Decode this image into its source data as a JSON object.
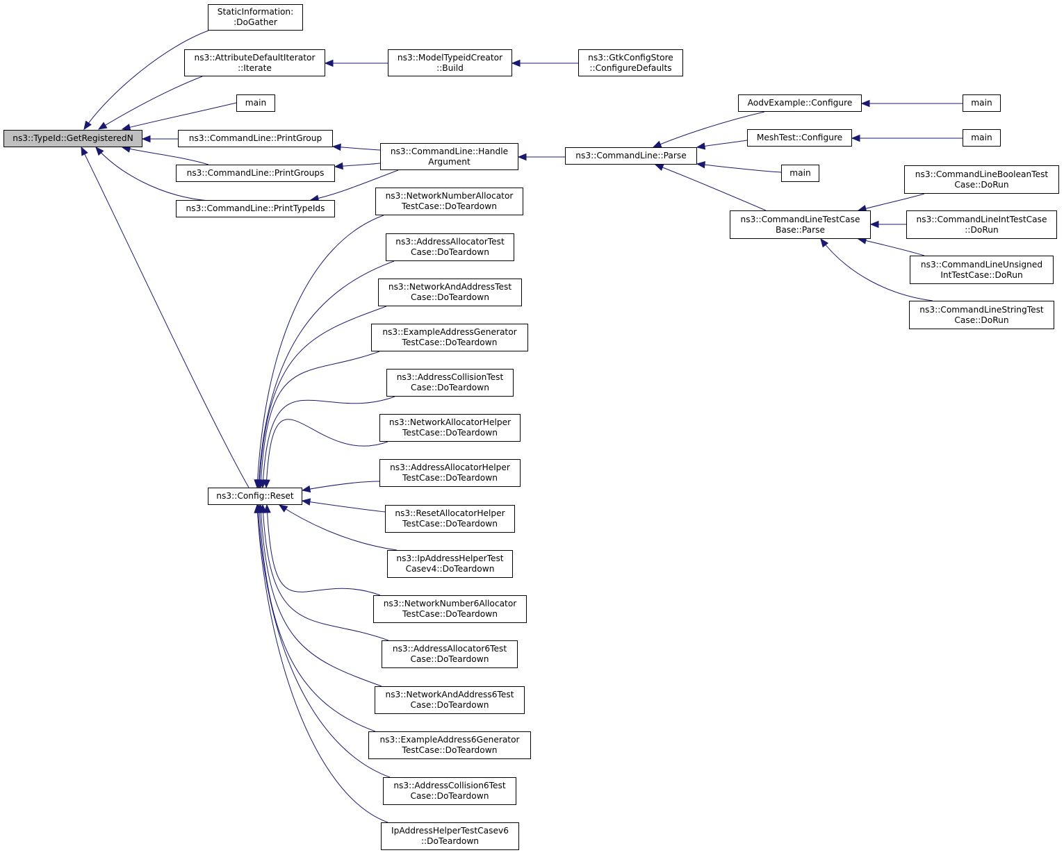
{
  "graph": {
    "nodes": [
      {
        "id": "root",
        "lines": [
          "ns3::TypeId::GetRegisteredN"
        ],
        "root": true
      },
      {
        "id": "si_gather",
        "lines": [
          "StaticInformation:",
          ":DoGather"
        ]
      },
      {
        "id": "adi_iterate",
        "lines": [
          "ns3::AttributeDefaultIterator",
          "::Iterate"
        ]
      },
      {
        "id": "main1",
        "lines": [
          "main"
        ]
      },
      {
        "id": "cl_printgroup",
        "lines": [
          "ns3::CommandLine::PrintGroup"
        ]
      },
      {
        "id": "cl_printgroups",
        "lines": [
          "ns3::CommandLine::PrintGroups"
        ]
      },
      {
        "id": "cl_printtypeids",
        "lines": [
          "ns3::CommandLine::PrintTypeIds"
        ]
      },
      {
        "id": "mtc_build",
        "lines": [
          "ns3::ModelTypeidCreator",
          "::Build"
        ]
      },
      {
        "id": "gcs_cfg",
        "lines": [
          "ns3::GtkConfigStore",
          "::ConfigureDefaults"
        ]
      },
      {
        "id": "cl_handle",
        "lines": [
          "ns3::CommandLine::Handle",
          "Argument"
        ]
      },
      {
        "id": "cl_parse",
        "lines": [
          "ns3::CommandLine::Parse"
        ]
      },
      {
        "id": "aodv_cfg",
        "lines": [
          "AodvExample::Configure"
        ]
      },
      {
        "id": "mesh_cfg",
        "lines": [
          "MeshTest::Configure"
        ]
      },
      {
        "id": "main2",
        "lines": [
          "main"
        ]
      },
      {
        "id": "main3",
        "lines": [
          "main"
        ]
      },
      {
        "id": "main4",
        "lines": [
          "main"
        ]
      },
      {
        "id": "cltcb_parse",
        "lines": [
          "ns3::CommandLineTestCase",
          "Base::Parse"
        ]
      },
      {
        "id": "clbool",
        "lines": [
          "ns3::CommandLineBooleanTest",
          "Case::DoRun"
        ]
      },
      {
        "id": "clint",
        "lines": [
          "ns3::CommandLineIntTestCase",
          "::DoRun"
        ]
      },
      {
        "id": "cluns",
        "lines": [
          "ns3::CommandLineUnsigned",
          "IntTestCase::DoRun"
        ]
      },
      {
        "id": "clstr",
        "lines": [
          "ns3::CommandLineStringTest",
          "Case::DoRun"
        ]
      },
      {
        "id": "cfg_reset",
        "lines": [
          "ns3::Config::Reset"
        ]
      },
      {
        "id": "t1",
        "lines": [
          "ns3::NetworkNumberAllocator",
          "TestCase::DoTeardown"
        ]
      },
      {
        "id": "t2",
        "lines": [
          "ns3::AddressAllocatorTest",
          "Case::DoTeardown"
        ]
      },
      {
        "id": "t3",
        "lines": [
          "ns3::NetworkAndAddressTest",
          "Case::DoTeardown"
        ]
      },
      {
        "id": "t4",
        "lines": [
          "ns3::ExampleAddressGenerator",
          "TestCase::DoTeardown"
        ]
      },
      {
        "id": "t5",
        "lines": [
          "ns3::AddressCollisionTest",
          "Case::DoTeardown"
        ]
      },
      {
        "id": "t6",
        "lines": [
          "ns3::NetworkAllocatorHelper",
          "TestCase::DoTeardown"
        ]
      },
      {
        "id": "t7",
        "lines": [
          "ns3::AddressAllocatorHelper",
          "TestCase::DoTeardown"
        ]
      },
      {
        "id": "t8",
        "lines": [
          "ns3::ResetAllocatorHelper",
          "TestCase::DoTeardown"
        ]
      },
      {
        "id": "t9",
        "lines": [
          "ns3::IpAddressHelperTest",
          "Casev4::DoTeardown"
        ]
      },
      {
        "id": "t10",
        "lines": [
          "ns3::NetworkNumber6Allocator",
          "TestCase::DoTeardown"
        ]
      },
      {
        "id": "t11",
        "lines": [
          "ns3::AddressAllocator6Test",
          "Case::DoTeardown"
        ]
      },
      {
        "id": "t12",
        "lines": [
          "ns3::NetworkAndAddress6Test",
          "Case::DoTeardown"
        ]
      },
      {
        "id": "t13",
        "lines": [
          "ns3::ExampleAddress6Generator",
          "TestCase::DoTeardown"
        ]
      },
      {
        "id": "t14",
        "lines": [
          "ns3::AddressCollision6Test",
          "Case::DoTeardown"
        ]
      },
      {
        "id": "t15",
        "lines": [
          "IpAddressHelperTestCasev6",
          "::DoTeardown"
        ]
      }
    ],
    "edges": [
      [
        "si_gather",
        "root"
      ],
      [
        "adi_iterate",
        "root"
      ],
      [
        "main1",
        "root"
      ],
      [
        "cl_printgroup",
        "root"
      ],
      [
        "cl_printgroups",
        "root"
      ],
      [
        "cl_printtypeids",
        "root"
      ],
      [
        "cfg_reset",
        "root"
      ],
      [
        "mtc_build",
        "adi_iterate"
      ],
      [
        "gcs_cfg",
        "mtc_build"
      ],
      [
        "cl_handle",
        "cl_printgroup"
      ],
      [
        "cl_handle",
        "cl_printgroups"
      ],
      [
        "cl_handle",
        "cl_printtypeids"
      ],
      [
        "cl_parse",
        "cl_handle"
      ],
      [
        "aodv_cfg",
        "cl_parse"
      ],
      [
        "mesh_cfg",
        "cl_parse"
      ],
      [
        "main4",
        "cl_parse"
      ],
      [
        "cltcb_parse",
        "cl_parse"
      ],
      [
        "main2",
        "aodv_cfg"
      ],
      [
        "main3",
        "mesh_cfg"
      ],
      [
        "clbool",
        "cltcb_parse"
      ],
      [
        "clint",
        "cltcb_parse"
      ],
      [
        "cluns",
        "cltcb_parse"
      ],
      [
        "clstr",
        "cltcb_parse"
      ],
      [
        "t1",
        "cfg_reset"
      ],
      [
        "t2",
        "cfg_reset"
      ],
      [
        "t3",
        "cfg_reset"
      ],
      [
        "t4",
        "cfg_reset"
      ],
      [
        "t5",
        "cfg_reset"
      ],
      [
        "t6",
        "cfg_reset"
      ],
      [
        "t7",
        "cfg_reset"
      ],
      [
        "t8",
        "cfg_reset"
      ],
      [
        "t9",
        "cfg_reset"
      ],
      [
        "t10",
        "cfg_reset"
      ],
      [
        "t11",
        "cfg_reset"
      ],
      [
        "t12",
        "cfg_reset"
      ],
      [
        "t13",
        "cfg_reset"
      ],
      [
        "t14",
        "cfg_reset"
      ],
      [
        "t15",
        "cfg_reset"
      ]
    ],
    "colors": {
      "edge": "#191970",
      "node_border": "#000000",
      "node_fill": "#ffffff",
      "root_fill": "#bfbfbf"
    }
  }
}
